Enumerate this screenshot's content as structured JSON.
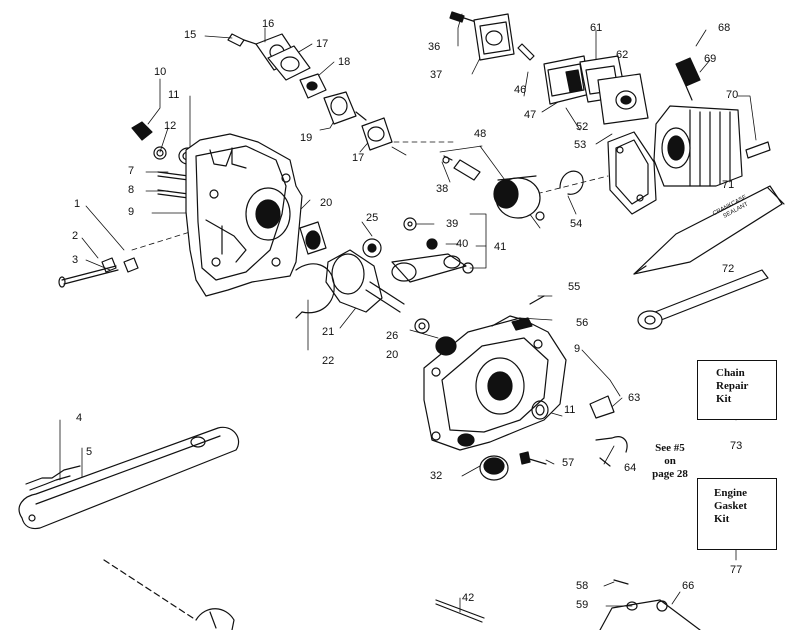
{
  "callouts": {
    "c1": "1",
    "c2": "2",
    "c3": "3",
    "c4": "4",
    "c5": "5",
    "c7": "7",
    "c8": "8",
    "c9a": "9",
    "c9b": "9",
    "c10": "10",
    "c11a": "11",
    "c11b": "11",
    "c12": "12",
    "c15": "15",
    "c16": "16",
    "c17a": "17",
    "c17b": "17",
    "c18": "18",
    "c19": "19",
    "c20a": "20",
    "c20b": "20",
    "c21": "21",
    "c22": "22",
    "c25": "25",
    "c26": "26",
    "c32": "32",
    "c36": "36",
    "c37": "37",
    "c38": "38",
    "c39": "39",
    "c40": "40",
    "c41": "41",
    "c42": "42",
    "c46": "46",
    "c47": "47",
    "c48": "48",
    "c52": "52",
    "c53": "53",
    "c54": "54",
    "c55": "55",
    "c56": "56",
    "c57": "57",
    "c58": "58",
    "c59": "59",
    "c61": "61",
    "c62": "62",
    "c63": "63",
    "c64": "64",
    "c66": "66",
    "c68": "68",
    "c69": "69",
    "c70": "70",
    "c71": "71",
    "c72": "72",
    "c73": "73",
    "c77": "77"
  },
  "chain_repair_kit": {
    "line1": "Chain",
    "line2": "Repair",
    "line3": "Kit"
  },
  "engine_gasket_kit": {
    "line1": "Engine",
    "line2": "Gasket",
    "line3": "Kit"
  },
  "see_note": {
    "line1": "See #5",
    "line2": "on",
    "line3": "page 28"
  },
  "tube_label": {
    "line1": "CRANKCASE",
    "line2": "SEALANT"
  }
}
